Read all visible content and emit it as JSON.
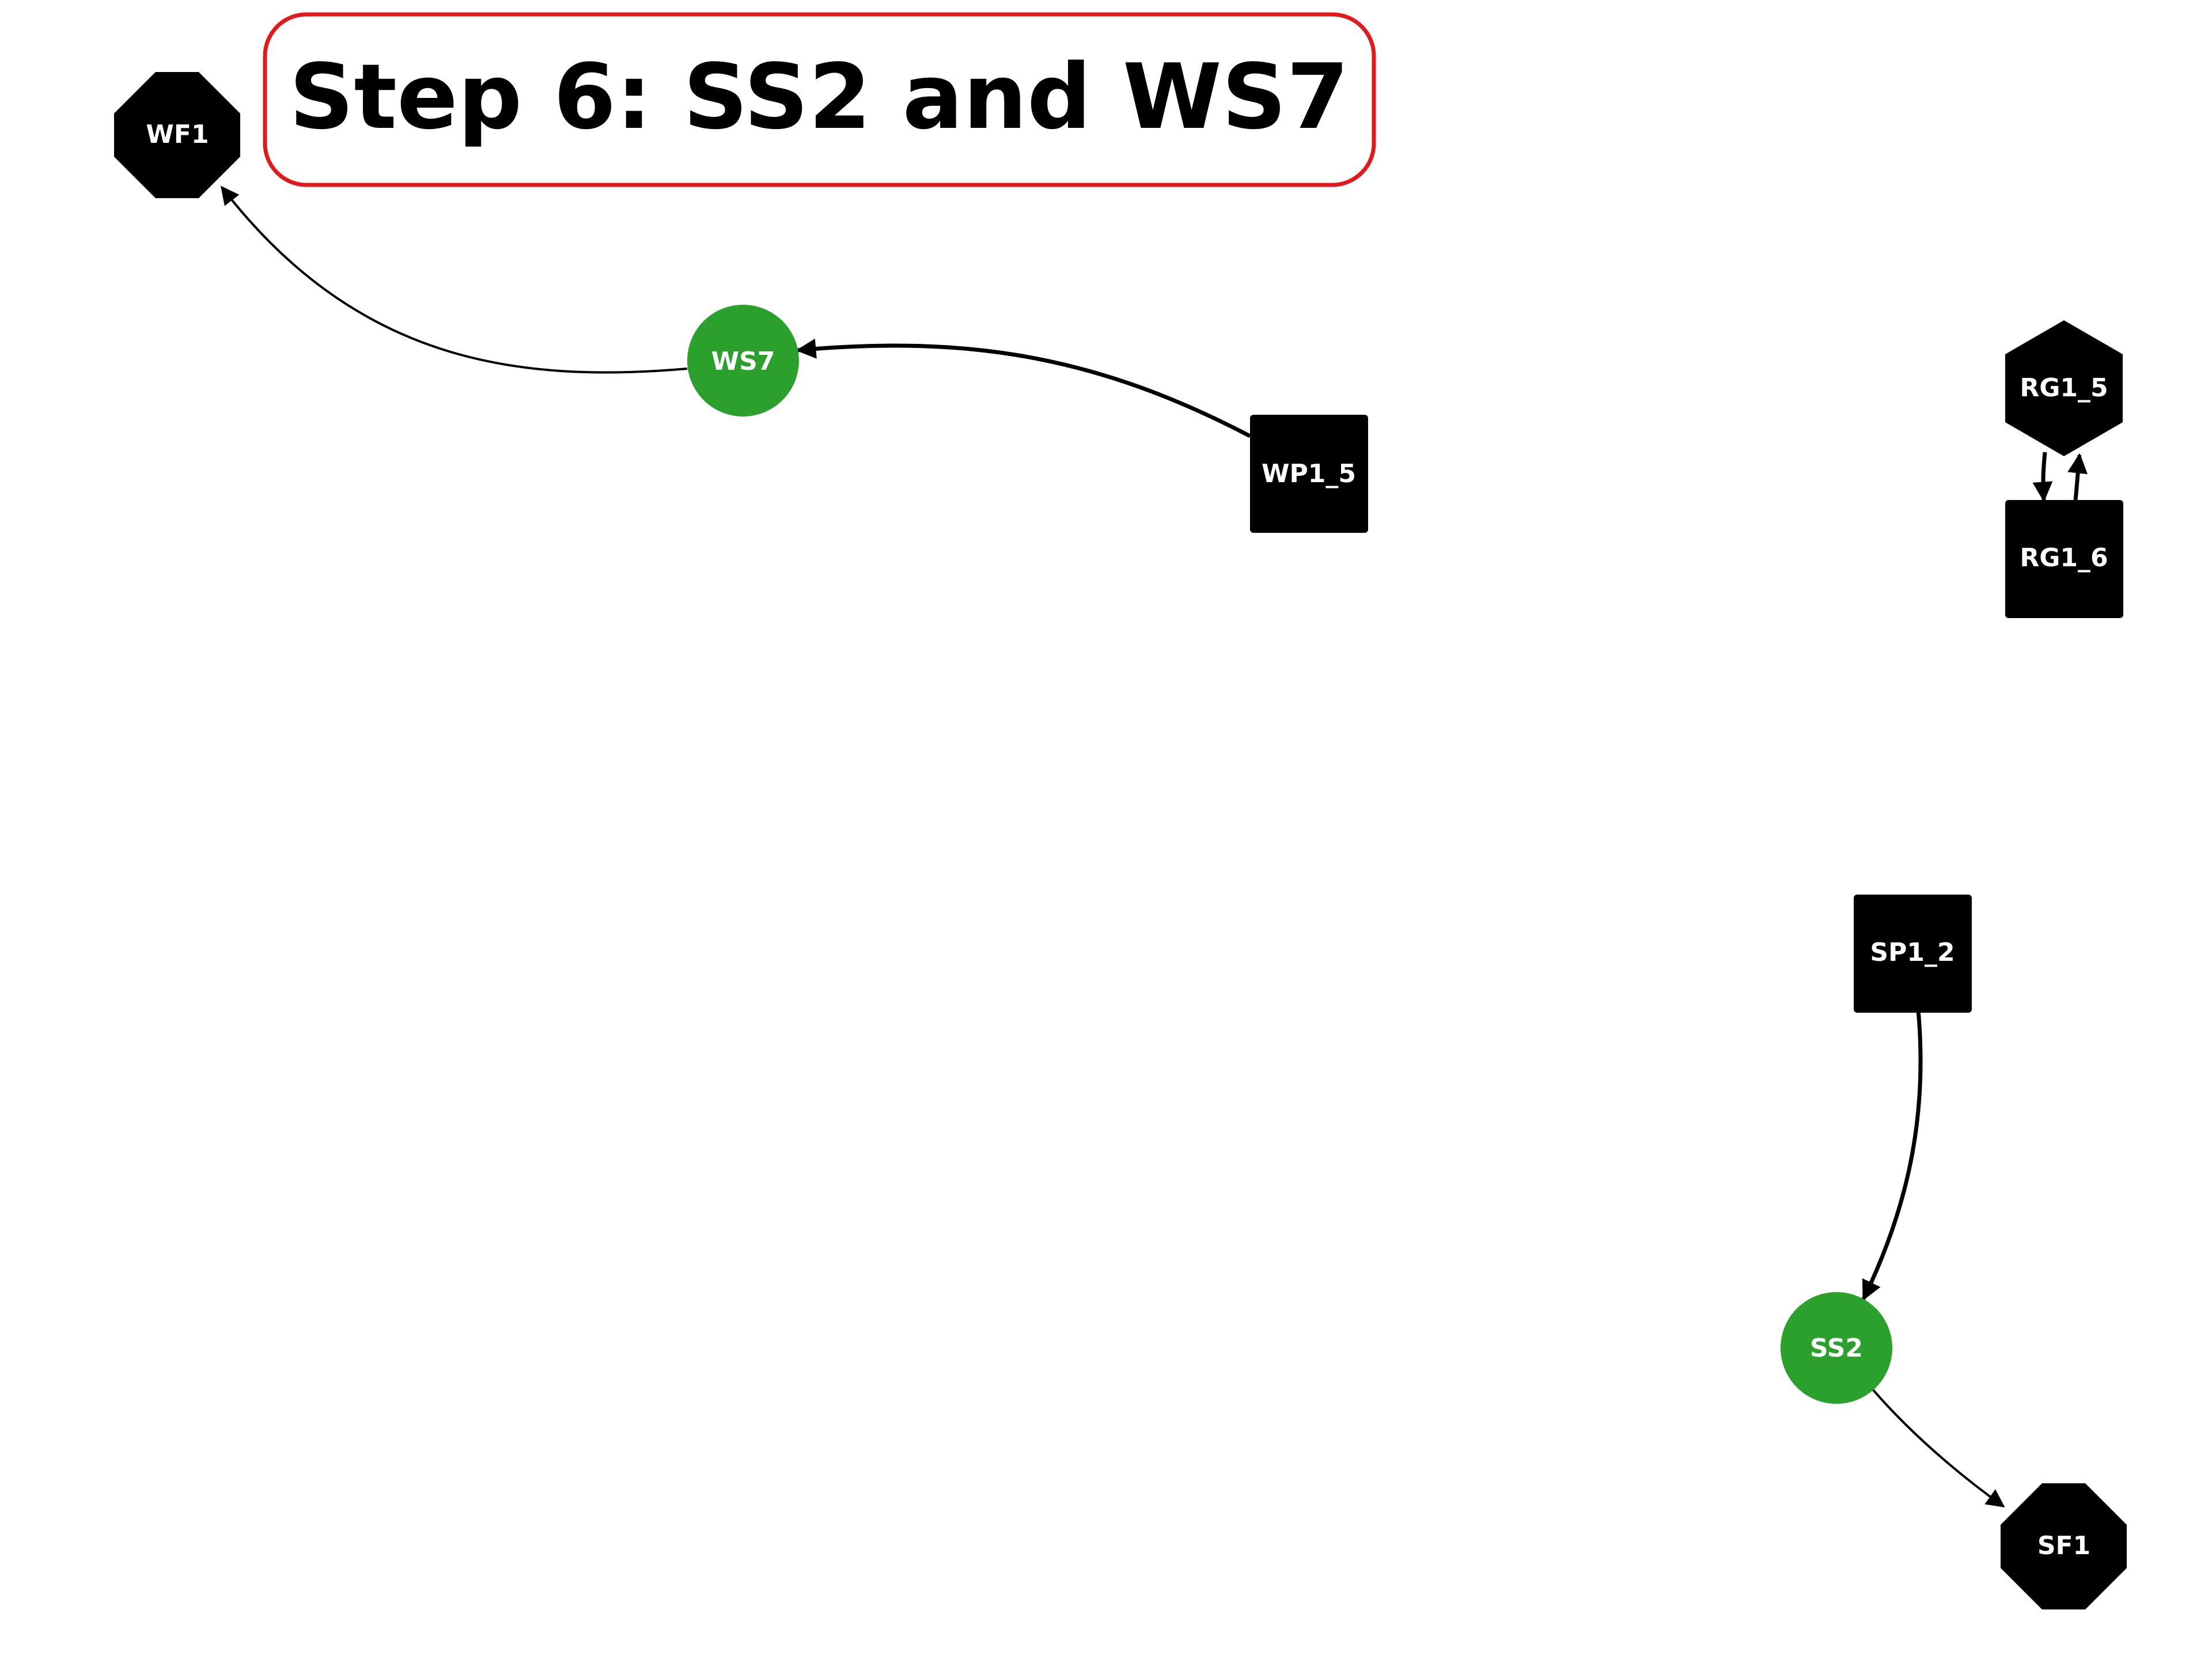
{
  "title": "Step 6: SS2 and WS7",
  "colors": {
    "highlight": "#2ca02c",
    "default_node": "#000000",
    "title_border": "#e31a1c",
    "label": "#ffffff",
    "edge": "#000000"
  },
  "nodes": {
    "wf1": {
      "label": "WF1",
      "shape": "octagon",
      "icon": "octagon-node-icon"
    },
    "ws7": {
      "label": "WS7",
      "shape": "circle",
      "highlighted": true
    },
    "wp1_5": {
      "label": "WP1_5",
      "shape": "square"
    },
    "rg1_5": {
      "label": "RG1_5",
      "shape": "hexagon",
      "icon": "hexagon-node-icon"
    },
    "rg1_6": {
      "label": "RG1_6",
      "shape": "square"
    },
    "sp1_2": {
      "label": "SP1_2",
      "shape": "square"
    },
    "ss2": {
      "label": "SS2",
      "shape": "circle",
      "highlighted": true
    },
    "sf1": {
      "label": "SF1",
      "shape": "octagon",
      "icon": "octagon-node-icon"
    }
  },
  "edges": [
    {
      "from": "WS7",
      "to": "WF1"
    },
    {
      "from": "WP1_5",
      "to": "WS7"
    },
    {
      "from": "RG1_5",
      "to": "RG1_6"
    },
    {
      "from": "RG1_6",
      "to": "RG1_5"
    },
    {
      "from": "SP1_2",
      "to": "SS2"
    },
    {
      "from": "SS2",
      "to": "SF1"
    }
  ]
}
